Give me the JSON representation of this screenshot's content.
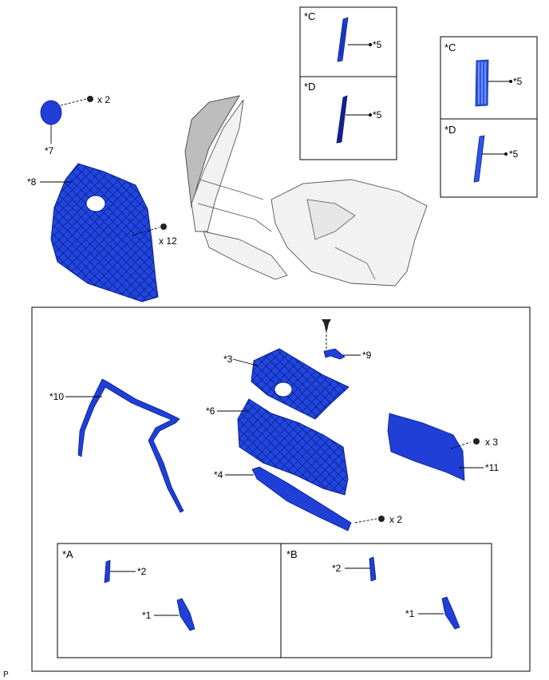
{
  "labels": {
    "p1_a": "*1",
    "p1_b": "*1",
    "p2_a": "*2",
    "p2_b": "*2",
    "p3": "*3",
    "p4": "*4",
    "p5_c1": "*5",
    "p5_d1": "*5",
    "p5_c2": "*5",
    "p5_d2": "*5",
    "p6": "*6",
    "p7": "*7",
    "p8": "*8",
    "p9": "*9",
    "p10": "*10",
    "p11": "*11"
  },
  "quantities": {
    "clip_7": "x 2",
    "clip_8": "x 12",
    "clip_11": "x 3",
    "clip_4": "x 2"
  },
  "boxes": {
    "c1": "*C",
    "d1": "*D",
    "c2": "*C",
    "d2": "*D",
    "a": "*A",
    "b": "*B"
  },
  "footer": {
    "code": "P"
  },
  "colors": {
    "part_fill": "#1f3fd6",
    "part_edge": "#0b1f8a",
    "bumper": "#f2f2f2"
  }
}
